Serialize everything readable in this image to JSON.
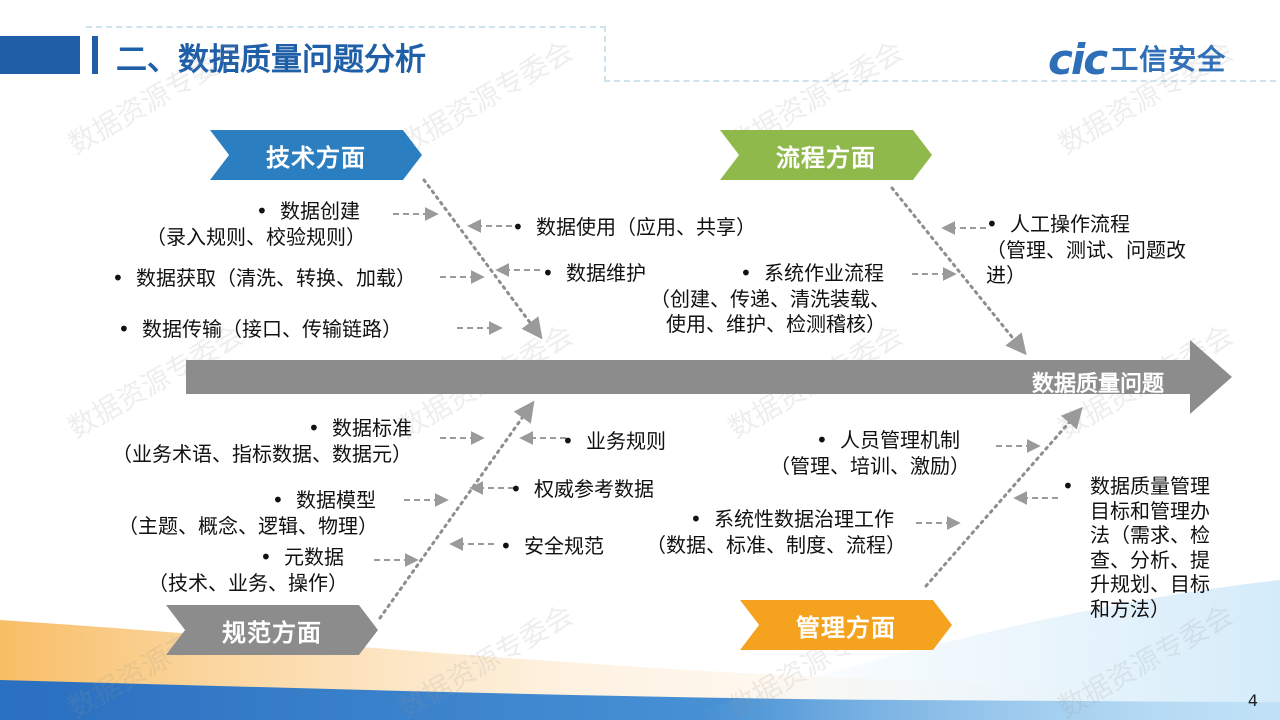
{
  "title": "二、数据质量问题分析",
  "logo": {
    "latin": "cic",
    "cn": "工信安全"
  },
  "watermark": "数据资源专委会",
  "page_number": "4",
  "spine": {
    "label": "数据质量问题"
  },
  "categories": {
    "tech": "技术方面",
    "process": "流程方面",
    "norm": "规范方面",
    "mgmt": "管理方面"
  },
  "items": {
    "tech_create": "数据创建",
    "tech_create_sub": "（录入规则、校验规则）",
    "tech_acquire": "数据获取（清洗、转换、加载）",
    "tech_transfer": "数据传输（接口、传输链路）",
    "tech_use": "数据使用（应用、共享）",
    "tech_maintain": "数据维护",
    "proc_system": "系统作业流程",
    "proc_system_sub1": "（创建、传递、清洗装载、",
    "proc_system_sub2": "使用、维护、检测稽核）",
    "proc_manual": "人工操作流程",
    "proc_manual_sub1": "（管理、测试、问题改",
    "proc_manual_sub2": "进）",
    "norm_standard": "数据标准",
    "norm_standard_sub": "（业务术语、指标数据、数据元）",
    "norm_model": "数据模型",
    "norm_model_sub": "（主题、概念、逻辑、物理）",
    "norm_meta": "元数据",
    "norm_meta_sub": "（技术、业务、操作）",
    "norm_rules": "业务规则",
    "norm_ref": "权威参考数据",
    "norm_security": "安全规范",
    "mgmt_people": "人员管理机制",
    "mgmt_people_sub": "（管理、培训、激励）",
    "mgmt_system": "系统性数据治理工作",
    "mgmt_system_sub": "（数据、标准、制度、流程）",
    "mgmt_goals": "数据质量管理目标和管理办法（需求、检查、分析、提升规划、目标和方法）"
  },
  "bullet": "•",
  "colors": {
    "title_blue": "#1f5fa8",
    "tech_blue": "#2b7fc1",
    "process_green": "#8fb94b",
    "norm_gray": "#8c8c8c",
    "mgmt_orange": "#f5a21f",
    "spine_gray": "#8c8c8c"
  }
}
